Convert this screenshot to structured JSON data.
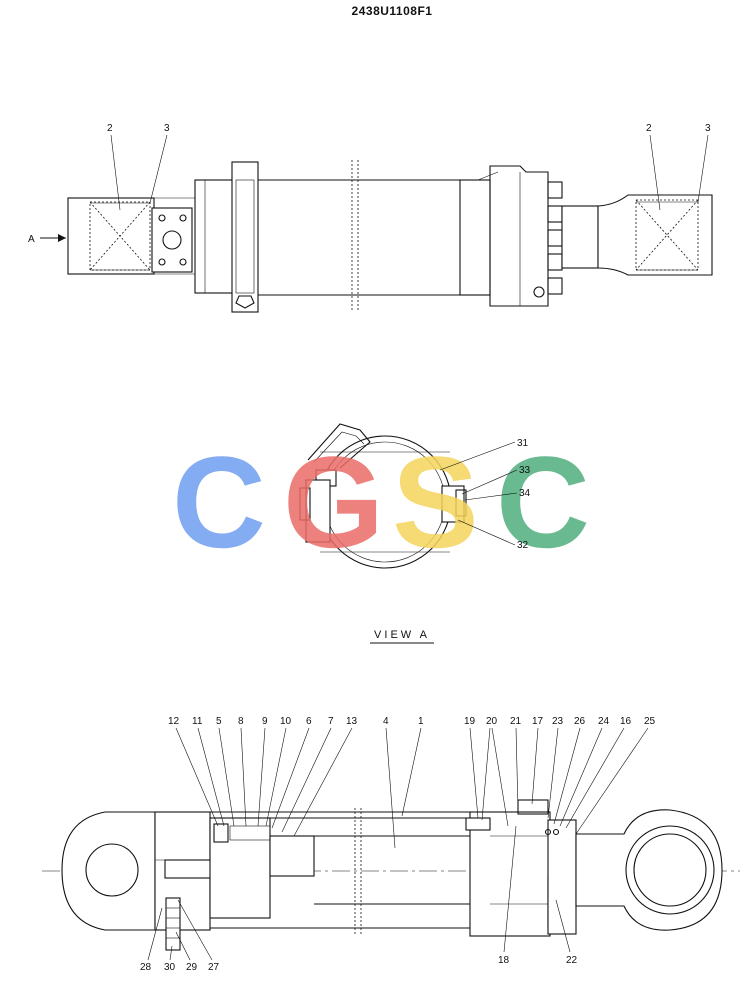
{
  "drawing_number": "2438U1108F1",
  "view_label": "VIEW  A",
  "arrow_label": "A",
  "watermark": {
    "letters": [
      "C",
      "G",
      "S",
      "C"
    ],
    "colors": [
      "#6f9ef0",
      "#ea6b66",
      "#f5d35a",
      "#4fae7d"
    ]
  },
  "top_view_callouts": {
    "left_2": "2",
    "left_3": "3",
    "right_2": "2",
    "right_3": "3"
  },
  "view_a_callouts": {
    "c31": "31",
    "c33": "33",
    "c34": "34",
    "c32": "32"
  },
  "section_callouts": {
    "top": [
      "12",
      "11",
      "5",
      "8",
      "9",
      "10",
      "6",
      "7",
      "13",
      "4",
      "1",
      "19",
      "20",
      "21",
      "17",
      "23",
      "26",
      "24",
      "16",
      "25"
    ],
    "bottom": [
      "28",
      "30",
      "29",
      "27",
      "18",
      "22"
    ]
  }
}
